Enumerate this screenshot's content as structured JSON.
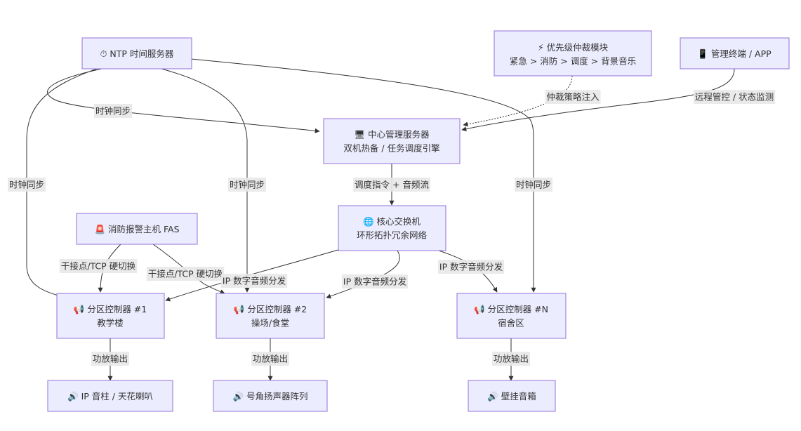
{
  "nodes": {
    "ntp": {
      "icon": "⏱",
      "label": "NTP 时间服务器"
    },
    "arbiter": {
      "icon": "⚡",
      "label": "优先级仲裁模块",
      "sub": "紧急 > 消防 > 调度 > 背景音乐"
    },
    "terminal": {
      "icon": "📱",
      "label": "管理终端 / APP"
    },
    "server": {
      "icon": "🖥",
      "label": "中心管理服务器",
      "sub": "双机热备 / 任务调度引擎"
    },
    "switch": {
      "icon": "🌐",
      "label": "核心交换机",
      "sub": "环形拓扑冗余网络"
    },
    "fas": {
      "icon": "🚨",
      "label": "消防报警主机 FAS"
    },
    "zone1": {
      "icon": "📢",
      "label": "分区控制器 #1",
      "sub": "教学楼"
    },
    "zone2": {
      "icon": "📢",
      "label": "分区控制器 #2",
      "sub": "操场/食堂"
    },
    "zoneN": {
      "icon": "📢",
      "label": "分区控制器 #N",
      "sub": "宿舍区"
    },
    "spk1": {
      "icon": "🔊",
      "label": "IP 音柱 / 天花喇叭"
    },
    "spk2": {
      "icon": "🔊",
      "label": "号角扬声器阵列"
    },
    "spkN": {
      "icon": "🔊",
      "label": "壁挂音箱"
    }
  },
  "edge_labels": {
    "clock_sync": "时钟同步",
    "policy_inject": "仲裁策略注入",
    "remote": "远程管控 / 状态监测",
    "dispatch": "调度指令 + 音频流",
    "ip_dist": "IP 数字音频分发",
    "hard_switch": "干接点/TCP 硬切换",
    "amp_out": "功放输出"
  },
  "colors": {
    "node_fill": "#ececff",
    "node_stroke": "#9370db",
    "edge": "#333333",
    "label_bg": "#e8e8e8"
  }
}
